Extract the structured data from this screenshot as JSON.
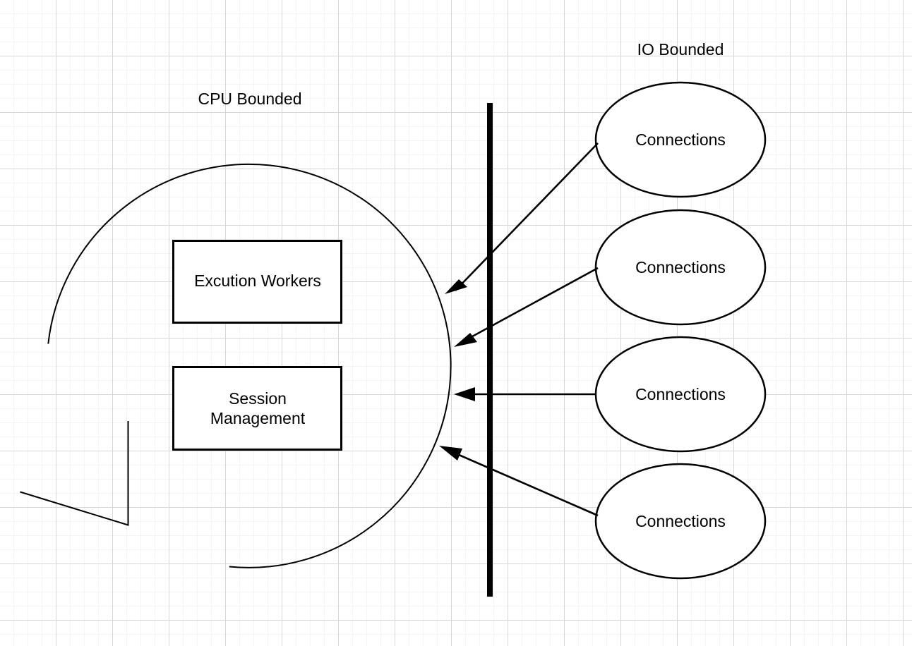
{
  "diagram": {
    "title_labels": {
      "cpu": "CPU Bounded",
      "io": "IO Bounded"
    },
    "boxes": [
      {
        "id": "execution-workers",
        "label": "Excution Workers"
      },
      {
        "id": "session-management",
        "label_line1": "Session",
        "label_line2": "Management"
      }
    ],
    "ellipses": [
      {
        "id": "connection-1",
        "label": "Connections"
      },
      {
        "id": "connection-2",
        "label": "Connections"
      },
      {
        "id": "connection-3",
        "label": "Connections"
      },
      {
        "id": "connection-4",
        "label": "Connections"
      }
    ],
    "colors": {
      "stroke": "#000000",
      "fill": "#ffffff",
      "grid_minor": "#f4f4f4",
      "grid_major": "#d7d7d7",
      "divider": "#000000"
    }
  }
}
